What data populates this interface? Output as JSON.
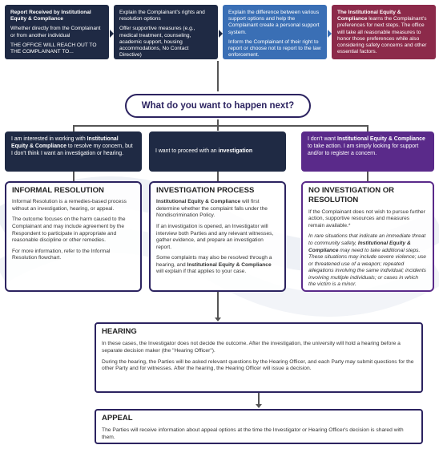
{
  "top_steps": {
    "s1_title": "Report Received by Institutional Equity & Compliance",
    "s1_line1": "Whether directly from the Complainant or from another individual",
    "s1_line2": "THE OFFICE WILL REACH OUT TO THE COMPLAINANT TO...",
    "s2_line1": "Explain the Complainant's rights and resolution options",
    "s2_line2": "Offer supportive measures (e.g., medical treatment, counseling, academic support, housing accommodations, No Contact Directive)",
    "s3_line1": "Explain the difference between various support options and help the Complainant create a personal support system.",
    "s3_line2": "Inform the Complainant of their right to report or choose not to report to the law enforcement.",
    "s4_bold": "The Institutional Equity & Compliance",
    "s4_rest": " learns the Complainant's preferences for next steps. The office will take all reasonable measures to honor those preferences while also considering safety concerns and other essential factors."
  },
  "question": "What do you want to happen next?",
  "choices": {
    "c1_a": "I am interested in working with ",
    "c1_bold": "Institutional Equity & Compliance",
    "c1_b": " to resolve my concern, but I don't think I want an investigation or hearing.",
    "c2_a": "I want to proceed with an ",
    "c2_bold": "investigation",
    "c3_a": "I don't want ",
    "c3_bold": "Institutional Equity & Compliance",
    "c3_b": " to take action. I am simply looking for support and/or to register a concern."
  },
  "informal": {
    "title": "INFORMAL RESOLUTION",
    "p1": "Informal Resolution is a remedies-based process without an investigation, hearing, or appeal.",
    "p2": "The outcome focuses on the harm caused to the Complainant and may include agreement by the Respondent to participate in appropriate and reasonable discipline or other remedies.",
    "p3": "For more information, refer to the Informal Resolution flowchart."
  },
  "investigation": {
    "title": "INVESTIGATION PROCESS",
    "p1_bold": "Institutional Equity & Compliance",
    "p1_rest": " will first determine whether the complaint falls under the Nondiscrimination Policy.",
    "p2": "If an investigation is opened, an Investigator will interview both Parties and any relevant witnesses, gather evidence, and prepare an investigation report.",
    "p3_a": "Some complaints may also be resolved through a hearing, and ",
    "p3_bold": "Institutional Equity & Compliance",
    "p3_b": " will explain if that applies to your case."
  },
  "no_investigation": {
    "title": "NO INVESTIGATION OR RESOLUTION",
    "p1": "If the Complainant does not wish to pursue further action, supportive resources and measures remain available.*",
    "p2_a": "In rare situations that indicate an immediate threat to community safety, ",
    "p2_bold": "Institutional Equity & Compliance",
    "p2_b": " may need to take additional steps. These situations may include severe violence; use or threatened use of a weapon; repeated allegations involving the same individual; incidents involving multiple individuals; or cases in which the victim is a minor."
  },
  "hearing": {
    "title": "HEARING",
    "p1": "In these cases, the Investigator does not decide the outcome. After the investigation, the university will hold a hearing before a separate decision maker (the \"Hearing Officer\").",
    "p2": "During the hearing, the Parties will be asked relevant questions by the Hearing Officer, and each Party may submit questions for the other Party and for witnesses. After the hearing, the Hearing Officer will issue a decision."
  },
  "appeal": {
    "title": "APPEAL",
    "p1": "The Parties will receive information about appeal options at the time the Investigator or Hearing Officer's decision is shared with them."
  },
  "colors": {
    "navy": "#1f2a44",
    "blue": "#3a6fb5",
    "maroon": "#8c2a4a",
    "purple": "#5a2a8a",
    "outline": "#2c2360"
  }
}
